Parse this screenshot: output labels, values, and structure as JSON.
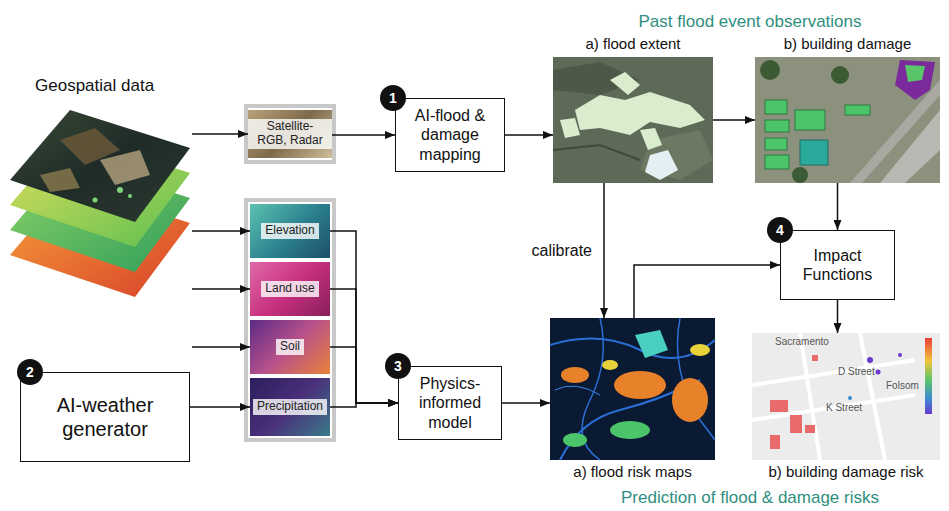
{
  "diagram": {
    "nodes": [
      {
        "text": [
          "Geospatial data"
        ]
      },
      {
        "text": [
          "Satellite-RGB, Radar"
        ]
      },
      {
        "text": [
          "Elevation"
        ]
      },
      {
        "text": [
          "Land use"
        ]
      },
      {
        "text": [
          "Soil"
        ]
      },
      {
        "text": [
          "Precipitation"
        ]
      },
      {
        "text": [
          "AI-weather generator"
        ]
      },
      {
        "text": [
          "AI-flood & damage mapping"
        ]
      },
      {
        "text": [
          "Physics-informed model"
        ]
      },
      {
        "text": [
          "a) flood extent"
        ]
      },
      {
        "text": [
          "b) building damage"
        ]
      },
      {
        "text": [
          "Impact Functions"
        ]
      },
      {
        "text": [
          "a) flood risk maps"
        ]
      },
      {
        "text": [
          "b) building damage risk"
        ]
      }
    ],
    "edges": [
      {
        "from": 0,
        "to": 1,
        "arrow": "to"
      },
      {
        "from": 0,
        "to": 2,
        "arrow": "to"
      },
      {
        "from": 0,
        "to": 3,
        "arrow": "to"
      },
      {
        "from": 0,
        "to": 4,
        "arrow": "to"
      },
      {
        "from": 6,
        "to": 5,
        "arrow": "to"
      },
      {
        "from": 1,
        "to": 7,
        "arrow": "to"
      },
      {
        "from": 7,
        "to": 9,
        "arrow": "to"
      },
      {
        "from": 9,
        "to": 10,
        "arrow": "to"
      },
      {
        "from": 2,
        "to": 8,
        "arrow": "to"
      },
      {
        "from": 3,
        "to": 8,
        "arrow": "to"
      },
      {
        "from": 4,
        "to": 8,
        "arrow": "to"
      },
      {
        "from": 5,
        "to": 8,
        "arrow": "to"
      },
      {
        "from": 8,
        "to": 12,
        "arrow": "to"
      },
      {
        "from": 9,
        "to": 12,
        "label": "calibrate",
        "arrow": "to"
      },
      {
        "from": 12,
        "to": 11,
        "arrow": "to"
      },
      {
        "from": 10,
        "to": 11,
        "arrow": "to"
      },
      {
        "from": 11,
        "to": 13,
        "arrow": "to"
      }
    ],
    "labels": [
      "Past flood event observations",
      "1",
      "2",
      "3",
      "4",
      "Sacramento",
      "D Street",
      "K Street",
      "Folsom",
      "Prediction of flood & damage risks"
    ]
  }
}
